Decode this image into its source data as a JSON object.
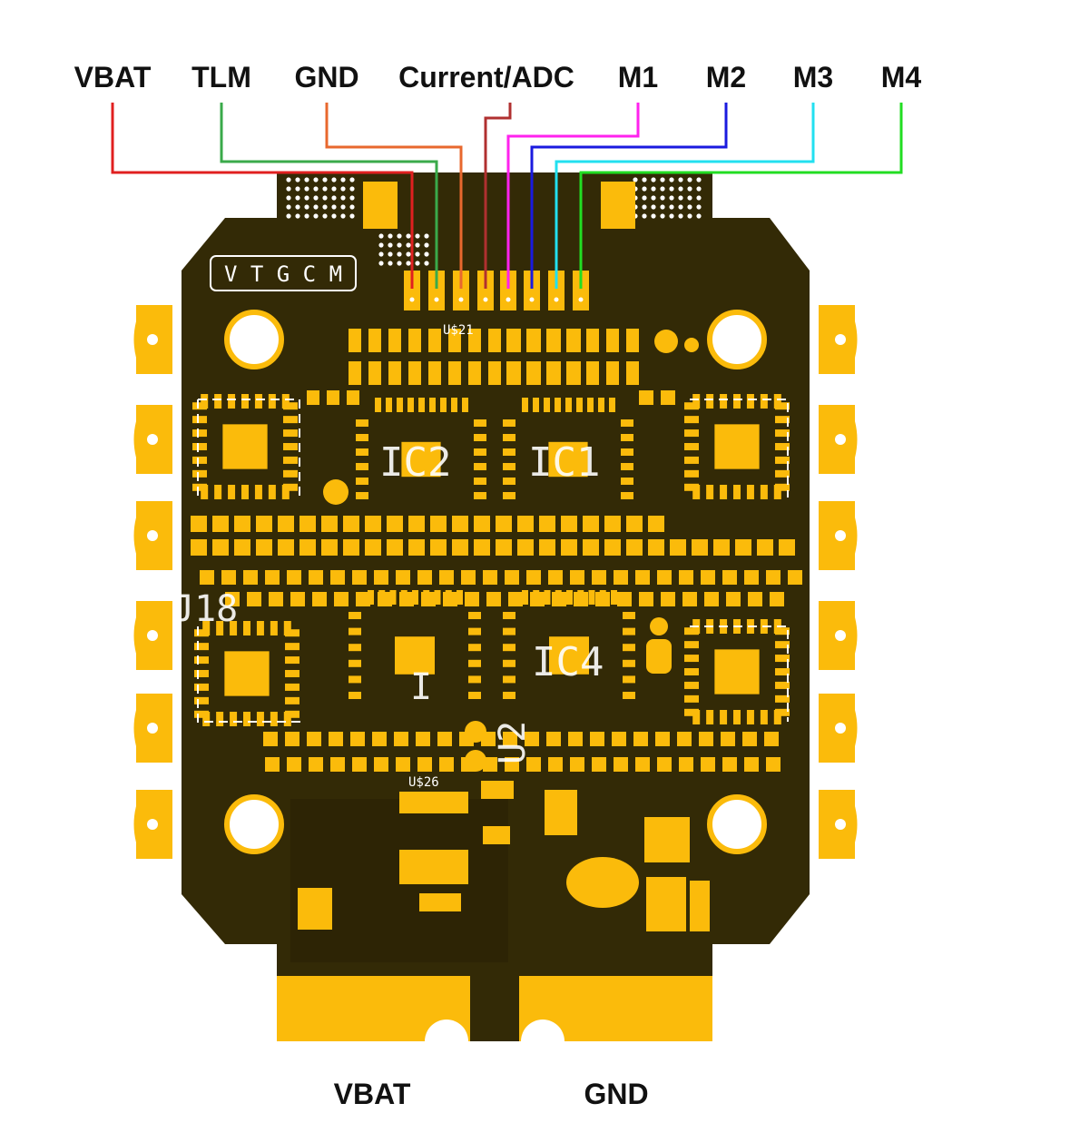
{
  "pinout": {
    "pins": [
      {
        "label": "VBAT",
        "color": "#e02020"
      },
      {
        "label": "TLM",
        "color": "#3aaa4a"
      },
      {
        "label": "GND",
        "color": "#e8682e"
      },
      {
        "label": "Current/ADC",
        "color": "#b03030"
      },
      {
        "label": "M1",
        "color": "#ff22ee"
      },
      {
        "label": "M2",
        "color": "#1a1adf"
      },
      {
        "label": "M3",
        "color": "#22e0f0"
      },
      {
        "label": "M4",
        "color": "#22dd22"
      }
    ],
    "power_pads": [
      {
        "label": "VBAT"
      },
      {
        "label": "GND"
      }
    ]
  },
  "board": {
    "silk_header": "V T G C M",
    "refs": {
      "u21": "U$21",
      "u26": "U$26",
      "ic1": "IC1",
      "ic2": "IC2",
      "ic4": "IC4",
      "ic_center": "I",
      "u2": "U2",
      "u18": "J18"
    },
    "colors": {
      "substrate": "#332a06",
      "copper": "#fbbb0b",
      "silkscreen": "#ffffff"
    }
  }
}
